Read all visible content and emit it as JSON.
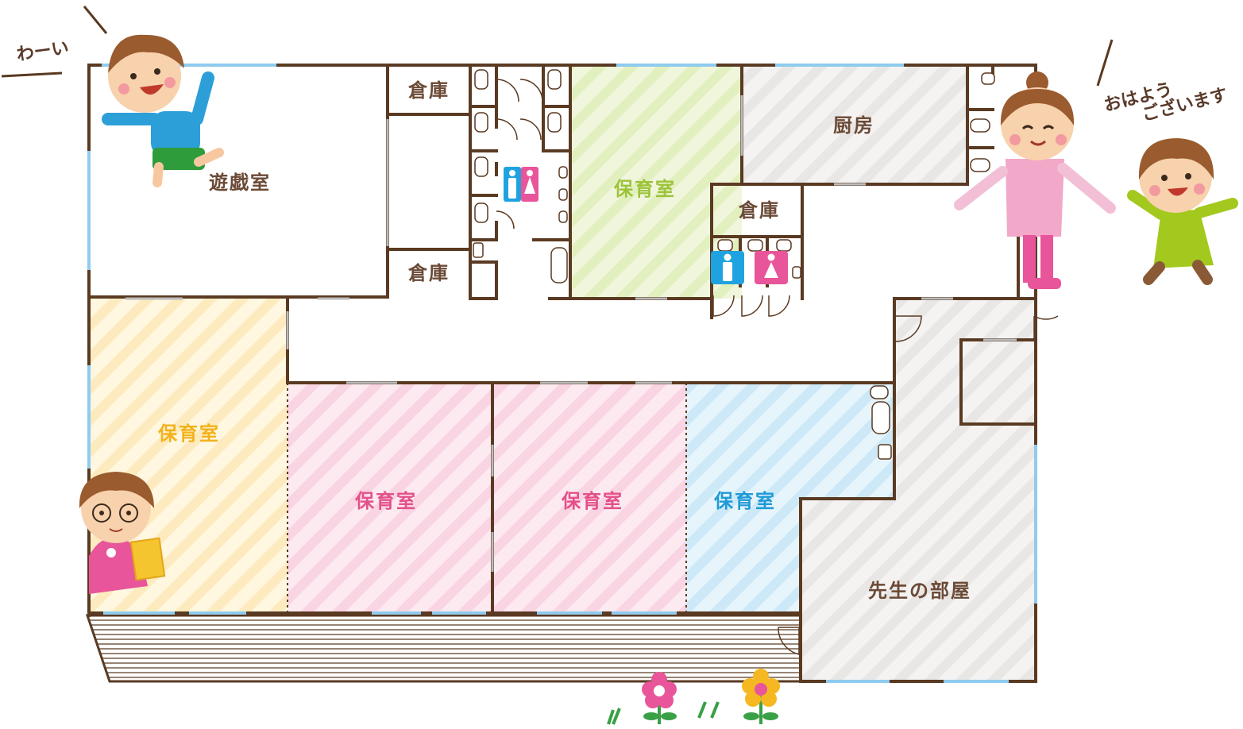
{
  "rooms": {
    "playroom": "遊戯室",
    "storage_top": "倉庫",
    "storage_bottom": "倉庫",
    "storage_mid": "倉庫",
    "kitchen": "厨房",
    "nursery_green": "保育室",
    "nursery_yellow": "保育室",
    "nursery_pink1": "保育室",
    "nursery_pink2": "保育室",
    "nursery_blue": "保育室",
    "teachers_room": "先生の部屋"
  },
  "speech": {
    "boy": "わーい",
    "teacher_line1": "おはよう",
    "teacher_line2": "ございます"
  },
  "icons": {
    "restroom_left": "restroom-icon",
    "male_sign": "male-restroom-icon",
    "female_sign": "female-restroom-icon",
    "flowers": "flower-icon"
  },
  "colors": {
    "wall": "#5a3a22",
    "window": "#8ecbee",
    "text_brown": "#6b4a36",
    "green": "#9cc33a",
    "yellow": "#f2b21b",
    "pink": "#e4508a",
    "blue": "#1f9ad6",
    "male_bg": "#1fa3e0",
    "female_bg": "#e8559a"
  }
}
